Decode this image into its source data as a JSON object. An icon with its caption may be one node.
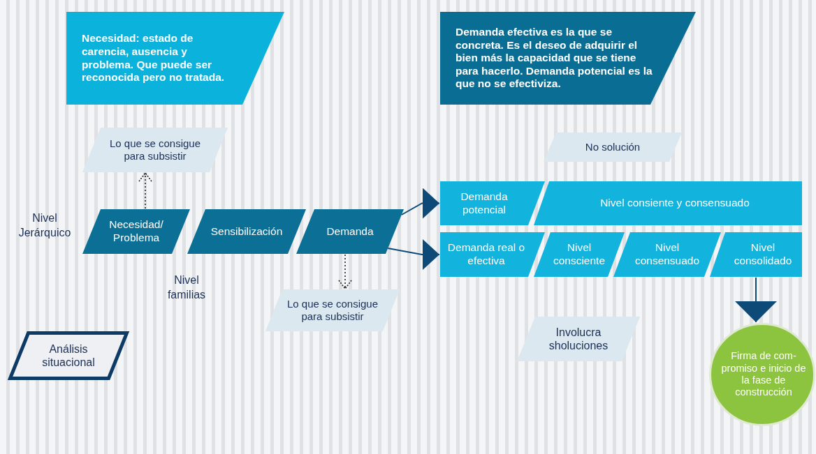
{
  "diagram": {
    "nodes": [
      {
        "text": [
          "Necesidad: estado de carencia, ausencia y problema. Que puede ser reconocida pero no tratada."
        ]
      },
      {
        "text": [
          "Demanda efectiva es la que se concreta. Es el deseo de adquirir el bien más la capacidad que se tiene para hacerlo. Demanda potencial es la que no se efectiviza."
        ]
      },
      {
        "text": [
          "Lo que se consigue para subsistir"
        ]
      },
      {
        "text": [
          "No solución"
        ]
      },
      {
        "text": [
          "Necesidad/ Problema"
        ]
      },
      {
        "text": [
          "Sensibilización"
        ]
      },
      {
        "text": [
          "Demanda"
        ]
      },
      {
        "text": [
          "Demanda potencial"
        ]
      },
      {
        "text": [
          "Nivel consiente y consensuado"
        ]
      },
      {
        "text": [
          "Demanda real o efectiva"
        ]
      },
      {
        "text": [
          "Nivel consciente"
        ]
      },
      {
        "text": [
          "Nivel consensuado"
        ]
      },
      {
        "text": [
          "Nivel consolidado"
        ]
      },
      {
        "text": [
          "Lo que se consigue para subsistir"
        ]
      },
      {
        "text": [
          "Involucra sholuciones"
        ]
      },
      {
        "text": [
          "Análisis situacional"
        ]
      },
      {
        "text": [
          "Firma de com- promiso e inicio de la fase de construcción"
        ]
      }
    ],
    "edges": [
      {
        "from": 4,
        "to": 2,
        "arrow": "to",
        "style": "dashed",
        "color": "#222222"
      },
      {
        "from": 6,
        "to": 13,
        "arrow": "to",
        "style": "dashed",
        "color": "#222222"
      },
      {
        "from": 6,
        "to": 7,
        "arrow": "to"
      },
      {
        "from": 6,
        "to": 9,
        "arrow": "to"
      },
      {
        "from": 12,
        "to": 16,
        "arrow": "to"
      }
    ],
    "labels": [
      "Nivel Jerárquico",
      "Nivel familias"
    ]
  }
}
